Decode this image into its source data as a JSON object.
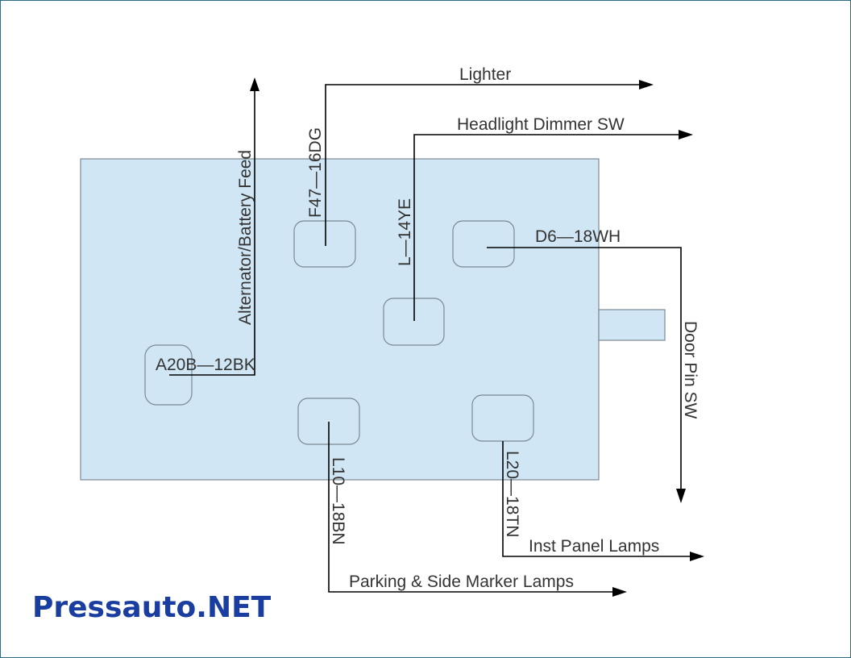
{
  "diagram": {
    "type": "wiring-diagram",
    "connector_body": "connector-housing",
    "wires": [
      {
        "id": "alt",
        "code": "A20B—12BK",
        "destination": "Alternator/Battery Feed"
      },
      {
        "id": "lighter",
        "code": "F47—16DG",
        "destination": "Lighter"
      },
      {
        "id": "dimmer",
        "code": "L—14YE",
        "destination": "Headlight Dimmer SW"
      },
      {
        "id": "door",
        "code": "D6—18WH",
        "destination": "Door Pin SW"
      },
      {
        "id": "parking",
        "code": "L10—18BN",
        "destination": "Parking & Side Marker Lamps"
      },
      {
        "id": "inst",
        "code": "L20—18TN",
        "destination": "Inst Panel Lamps"
      }
    ]
  },
  "watermark": "Pressauto.NET",
  "colors": {
    "connector_fill": "#d0e6f4",
    "connector_stroke": "#7a8a94",
    "wire": "#000000",
    "text": "#333333",
    "watermark": "#1a3da0",
    "frame": "#2f6b84"
  }
}
